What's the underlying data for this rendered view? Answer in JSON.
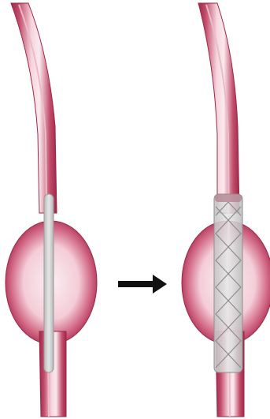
{
  "diagram": {
    "panels": [
      {
        "id": "before",
        "device": "catheter-guidewire"
      },
      {
        "id": "after",
        "device": "stent-graft"
      }
    ],
    "arrow": {
      "direction": "right"
    },
    "colors": {
      "vessel_dark": "#9e2748",
      "vessel_mid": "#c24d6b",
      "vessel_light": "#f2c8d3",
      "vessel_highlight": "#fbe9ee",
      "device_gray": "#c9c9c9",
      "device_dark": "#8f8f8f",
      "arrow": "#111111",
      "background": "#ffffff"
    }
  }
}
